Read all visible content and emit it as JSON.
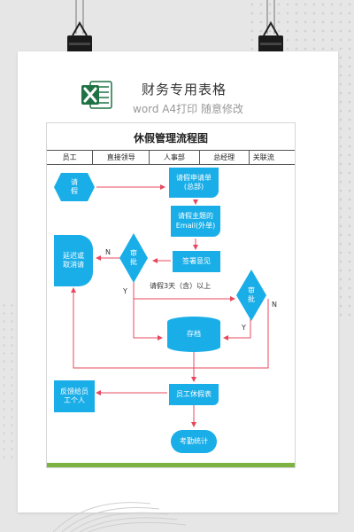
{
  "header": {
    "title": "财务专用表格",
    "subtitle": "word A4打印 随意修改"
  },
  "sheet": {
    "title": "休假管理流程图",
    "columns": [
      "员工",
      "直接领导",
      "人事部",
      "总经理",
      "关联流"
    ]
  },
  "nodes": {
    "request": "请\n假",
    "apply_form": "请假申请单\n(总部)",
    "email": "请假主题的\nEmail(外单)",
    "sign": "签署意见",
    "approve1": "审\n批",
    "delay": "延迟或\n取消请",
    "approve2": "审\n批",
    "archive": "存档",
    "feedback": "反馈给员\n工个人",
    "leave_table": "员工休假表",
    "attendance": "考勤统计"
  },
  "labels": {
    "n1": "N",
    "y1": "Y",
    "three_days": "请假3天（含）以上",
    "y2": "Y",
    "n2": "N"
  },
  "colors": {
    "node": "#1aaee8",
    "arrow": "#e8485d",
    "excel": "#1f7244"
  }
}
